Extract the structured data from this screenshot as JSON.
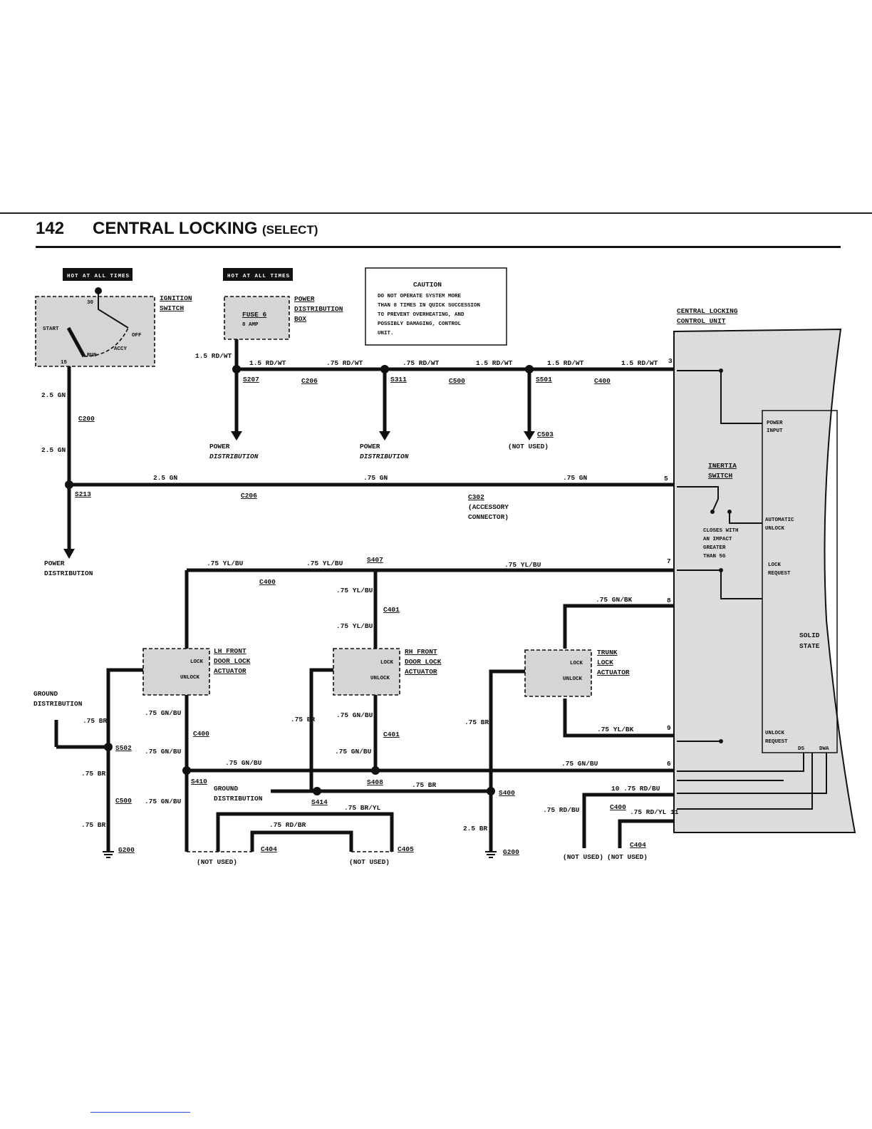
{
  "header": {
    "page_number": "142",
    "title": "CENTRAL LOCKING",
    "subtitle": "(SELECT)"
  },
  "badges": {
    "hot_1": "HOT AT ALL TIMES",
    "hot_2": "HOT AT ALL TIMES"
  },
  "caution": {
    "title": "CAUTION",
    "lines": [
      "DO NOT OPERATE SYSTEM MORE",
      "THAN 8 TIMES IN QUICK SUCCESSION",
      "TO PREVENT OVERHEATING, AND",
      "POSSIBLY DAMAGING, CONTROL",
      "UNIT."
    ]
  },
  "ignition": {
    "title_1": "IGNITION",
    "title_2": "SWITCH",
    "start": "START",
    "run": "RUN",
    "off": "OFF",
    "accy": "ACCY",
    "pin_30": "30",
    "pin_15": "15"
  },
  "pdb": {
    "title_1": "POWER",
    "title_2": "DISTRIBUTION",
    "title_3": "BOX",
    "fuse": "FUSE 6",
    "amp": "8 AMP"
  },
  "control_unit": {
    "title_1": "CENTRAL LOCKING",
    "title_2": "CONTROL UNIT",
    "power_input_1": "POWER",
    "power_input_2": "INPUT",
    "inertia_1": "INERTIA",
    "inertia_2": "SWITCH",
    "closes_1": "CLOSES WITH",
    "closes_2": "AN IMPACT",
    "closes_3": "GREATER",
    "closes_4": "THAN 5G",
    "auto_1": "AUTOMATIC",
    "auto_2": "UNLOCK",
    "lock_1": "LOCK",
    "lock_2": "REQUEST",
    "solid_1": "SOLID",
    "solid_2": "STATE",
    "unlock_1": "UNLOCK",
    "unlock_2": "REQUEST",
    "ds": "DS",
    "dwa": "DWA",
    "pins": [
      "3",
      "5",
      "7",
      "8",
      "9",
      "6",
      "10",
      "11"
    ]
  },
  "wires": {
    "w15rdwt": "1.5 RD/WT",
    "w075rdwt": ".75 RD/WT",
    "w25gn": "2.5 GN",
    "w075gn": ".75 GN",
    "w075ylbu": ".75 YL/BU",
    "w075gnbk": ".75 GN/BK",
    "w075ylbk": ".75 YL/BK",
    "w075gnbu": ".75 GN/BU",
    "w075br": ".75 BR",
    "w075brylw": ".75 BR/YL",
    "w075rdbr": ".75 RD/BR",
    "w25br": "2.5 BR",
    "w075rdbu": ".75 RD/BU",
    "w1075rdbu": "10 .75 RD/BU",
    "w075rdyl11": ".75 RD/YL 11"
  },
  "connectors": {
    "s207": "S207",
    "c206": "C206",
    "s311": "S311",
    "c500": "C500",
    "s501": "S501",
    "c400": "C400",
    "c503": "C503",
    "c200": "C200",
    "s213": "S213",
    "c302": "C302",
    "s407": "S407",
    "c401": "C401",
    "s502": "S502",
    "s410": "S410",
    "s414": "S414",
    "s408": "S408",
    "s400": "S400",
    "g200": "G200",
    "c404": "C404",
    "c405": "C405"
  },
  "labels": {
    "power": "POWER",
    "distribution": "DISTRIBUTION",
    "not_used": "(NOT USED)",
    "accessory": "(ACCESSORY",
    "connector": "CONNECTOR)",
    "ground": "GROUND",
    "ground_dist": "DISTRIBUTION"
  },
  "actuators": {
    "lh_1": "LH FRONT",
    "lh_2": "DOOR LOCK",
    "lh_3": "ACTUATOR",
    "rh_1": "RH FRONT",
    "rh_2": "DOOR LOCK",
    "rh_3": "ACTUATOR",
    "tr_1": "TRUNK",
    "tr_2": "LOCK",
    "tr_3": "ACTUATOR",
    "lock": "LOCK",
    "unlock": "UNLOCK"
  }
}
